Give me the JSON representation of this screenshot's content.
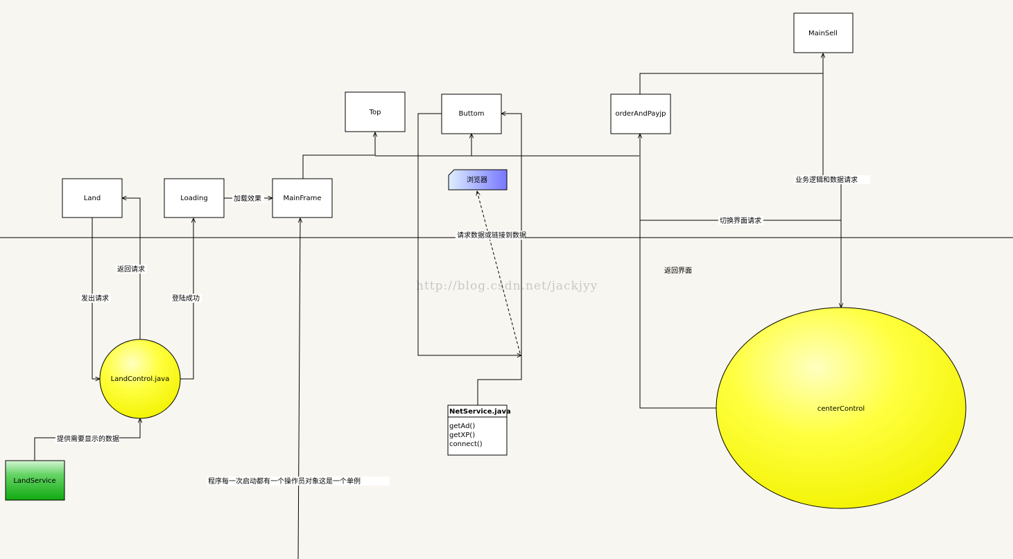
{
  "nodes": {
    "land": "Land",
    "loading": "Loading",
    "mainframe": "MainFrame",
    "top": "Top",
    "buttom": "Buttom",
    "order": "orderAndPayjp",
    "mainsell": "MainSell",
    "browser": "浏览器",
    "landcontrol": "LandControl.java",
    "landservice": "LandService",
    "centercontrol": "centerControl",
    "netservice": {
      "title": "NetService.java",
      "methods": [
        "getAd()",
        "getXP()",
        "connect()"
      ]
    }
  },
  "labels": {
    "load_effect": "加载效果",
    "send_request": "发出请求",
    "return_request": "返回请求",
    "login_success": "登陆成功",
    "provide_data": "提供需要显示的数据",
    "singleton_note": "程序每一次启动都有一个操作员对象这是一个单例",
    "request_data": "请求数据或链接到数据",
    "business_logic": "业务逻辑和数据请求",
    "switch_request": "切换界面请求",
    "return_ui": "返回界面"
  },
  "watermark": "http://blog.csdn.net/jackjyy",
  "colors": {
    "background": "#f8f6f0",
    "circle_yellow": "#ffff00",
    "service_green": "#22bb22",
    "browser_blue": "#8888ff"
  }
}
